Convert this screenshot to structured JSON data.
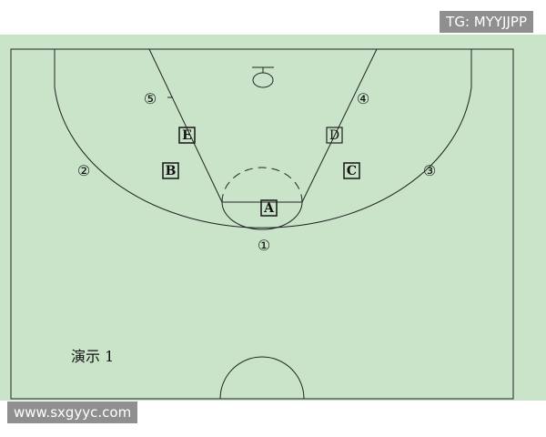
{
  "watermark_top": "TG: MYYJJPP",
  "watermark_bottom": "www.sxgyyc.com",
  "caption": "演示 1",
  "colors": {
    "court": "#c9e4c9",
    "line": "#222222"
  },
  "players_square": [
    {
      "id": "A",
      "label": "A",
      "style": "bold-boxed"
    },
    {
      "id": "B",
      "label": "B",
      "style": "bold-boxed"
    },
    {
      "id": "C",
      "label": "C",
      "style": "bold-boxed"
    },
    {
      "id": "D",
      "label": "D",
      "style": "boxed"
    },
    {
      "id": "E",
      "label": "E",
      "style": "bold-boxed"
    }
  ],
  "players_circle": [
    {
      "id": "1",
      "label": "①"
    },
    {
      "id": "2",
      "label": "②"
    },
    {
      "id": "3",
      "label": "③"
    },
    {
      "id": "4",
      "label": "④"
    },
    {
      "id": "5",
      "label": "⑤"
    }
  ]
}
